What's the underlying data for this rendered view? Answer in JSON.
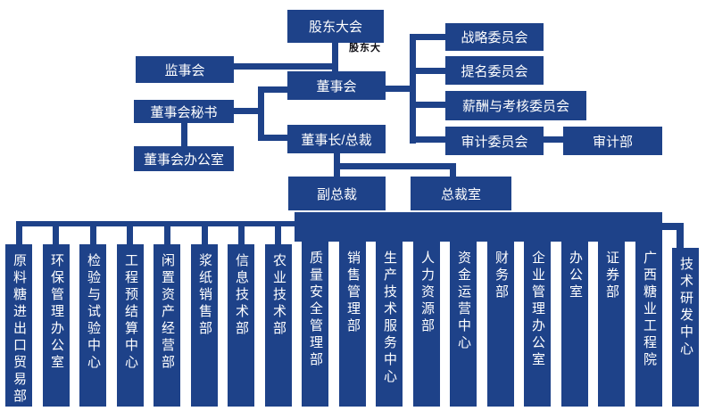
{
  "colors": {
    "primary": "#1e4289",
    "text_on_primary": "#ffffff",
    "background": "#ffffff",
    "artifact_text_color": "#0b0b12"
  },
  "nodes": {
    "shareholders_meeting": "股东大会",
    "supervisory_board": "监事会",
    "board_of_directors": "董事会",
    "board_secretary": "董事会秘书",
    "board_office": "董事会办公室",
    "chairman_president": "董事长/总裁",
    "strategy_committee": "战略委员会",
    "nomination_committee": "提名委员会",
    "remuneration_committee": "薪酬与考核委员会",
    "audit_committee": "审计委员会",
    "audit_department": "审计部",
    "vice_president": "副总裁",
    "president_office": "总裁室",
    "artifact_text": "股东大"
  },
  "departments": [
    "原料糖进出口贸易部",
    "环保管理办公室",
    "检验与试验中心",
    "工程预结算中心",
    "闲置资产经营部",
    "浆纸销售部",
    "信息技术部",
    "农业技术部",
    "质量安全管理部",
    "销售管理部",
    "生产技术服务中心",
    "人力资源部",
    "资金运营中心",
    "财务部",
    "企业管理办公室",
    "办公室",
    "证券部",
    "广西糖业工程院",
    "技术研发中心"
  ]
}
